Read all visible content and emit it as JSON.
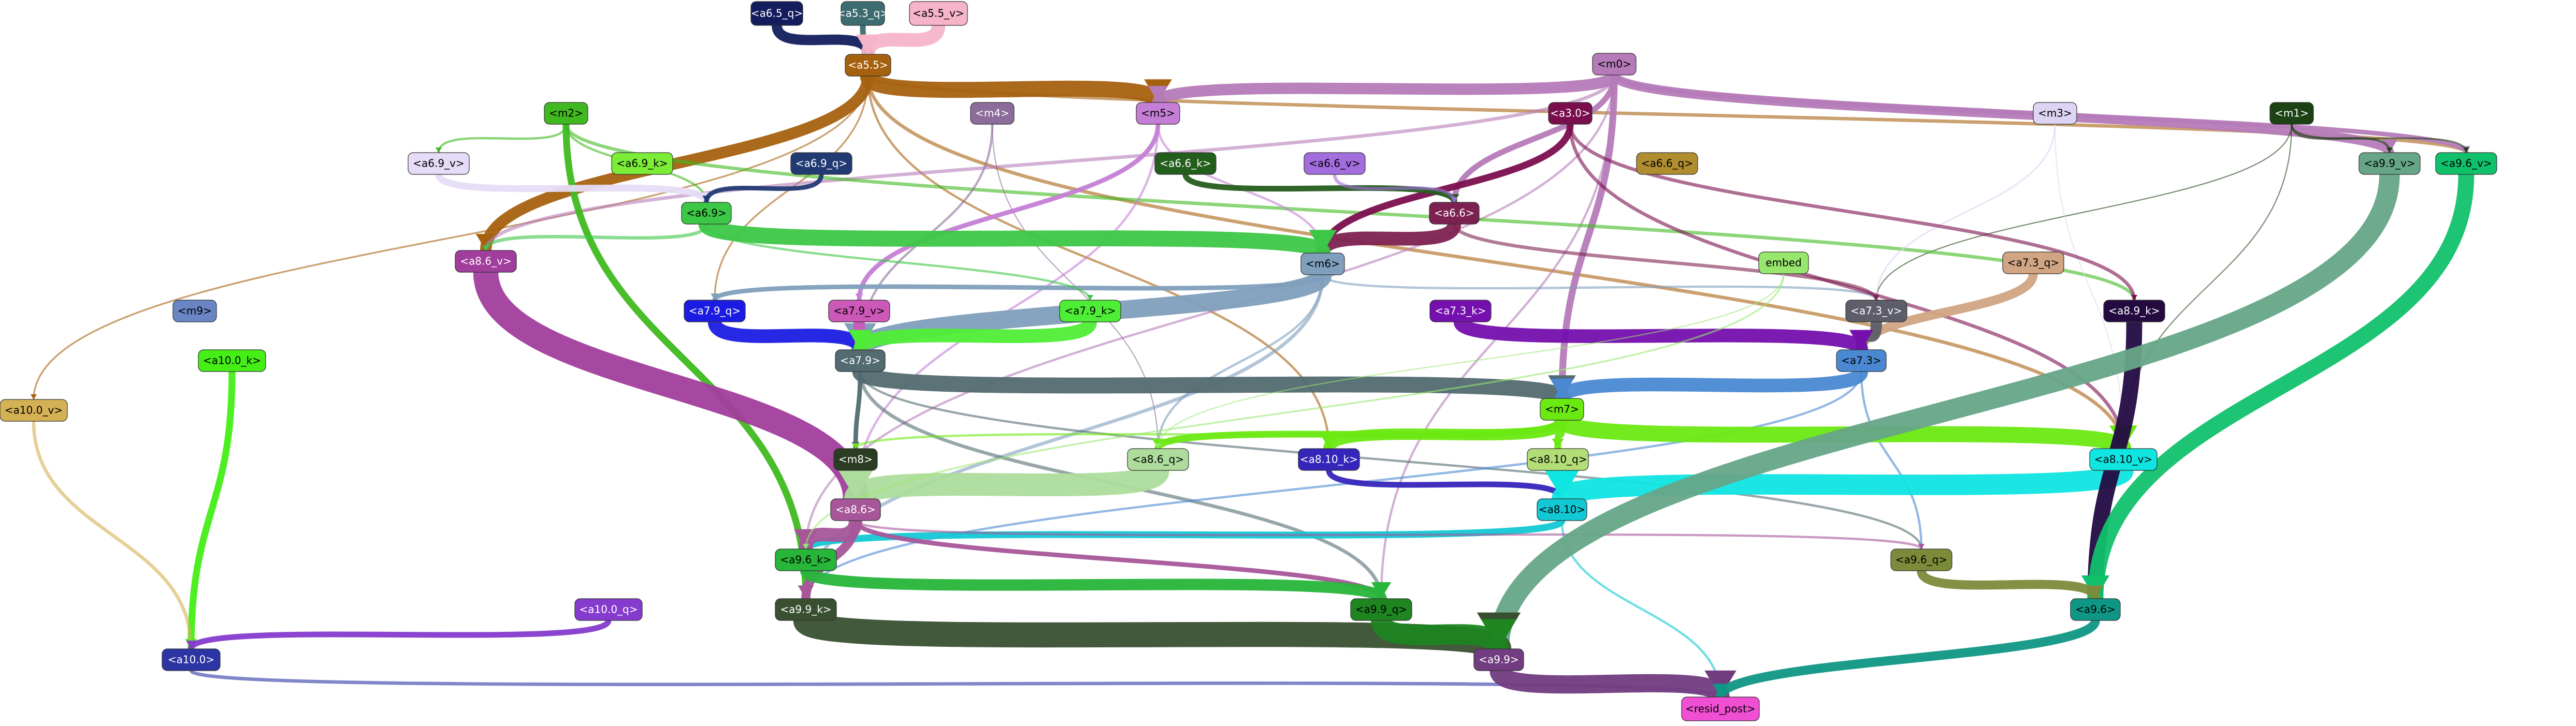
{
  "graph": {
    "nodes": [
      {
        "id": "a6_5_q",
        "label": "<a6.5_q>",
        "fill": "#131d5e",
        "text": "#ffffff"
      },
      {
        "id": "a5_3_q",
        "label": "<a5.3_q>",
        "fill": "#3c6c70",
        "text": "#ffffff"
      },
      {
        "id": "a5_5_v",
        "label": "<a5.5_v>",
        "fill": "#f6b4c9",
        "text": "#000000"
      },
      {
        "id": "a5_5",
        "label": "<a5.5>",
        "fill": "#a6610f",
        "text": "#ffffff"
      },
      {
        "id": "m0",
        "label": "<m0>",
        "fill": "#b57bb8",
        "text": "#000000"
      },
      {
        "id": "m1",
        "label": "<m1>",
        "fill": "#1c4112",
        "text": "#ffffff"
      },
      {
        "id": "m2",
        "label": "<m2>",
        "fill": "#40b920",
        "text": "#000000"
      },
      {
        "id": "m3",
        "label": "<m3>",
        "fill": "#ddd4f4",
        "text": "#000000"
      },
      {
        "id": "m4",
        "label": "<m4>",
        "fill": "#8c6c9a",
        "text": "#ffffff"
      },
      {
        "id": "m5",
        "label": "<m5>",
        "fill": "#c57ed5",
        "text": "#000000"
      },
      {
        "id": "m6",
        "label": "<m6>",
        "fill": "#7f9fbc",
        "text": "#000000"
      },
      {
        "id": "m7",
        "label": "<m7>",
        "fill": "#6be912",
        "text": "#000000"
      },
      {
        "id": "m8",
        "label": "<m8>",
        "fill": "#2a3c22",
        "text": "#ffffff"
      },
      {
        "id": "m9",
        "label": "<m9>",
        "fill": "#6985c4",
        "text": "#000000"
      },
      {
        "id": "a3_0",
        "label": "<a3.0>",
        "fill": "#7a0e4d",
        "text": "#ffffff"
      },
      {
        "id": "a6_9_v",
        "label": "<a6.9_v>",
        "fill": "#e6dcf7",
        "text": "#000000"
      },
      {
        "id": "a6_9_k",
        "label": "<a6.9_k>",
        "fill": "#7bed37",
        "text": "#000000"
      },
      {
        "id": "a6_9_q",
        "label": "<a6.9_q>",
        "fill": "#223a73",
        "text": "#ffffff"
      },
      {
        "id": "a6_6_k",
        "label": "<a6.6_k>",
        "fill": "#245e1c",
        "text": "#ffffff"
      },
      {
        "id": "a6_6_v",
        "label": "<a6.6_v>",
        "fill": "#a46dde",
        "text": "#000000"
      },
      {
        "id": "a6_6_q",
        "label": "<a6.6_q>",
        "fill": "#b08d2f",
        "text": "#000000"
      },
      {
        "id": "a6_6",
        "label": "<a6.6>",
        "fill": "#7d2250",
        "text": "#ffffff"
      },
      {
        "id": "a6_9",
        "label": "<a6.9>",
        "fill": "#3cc746",
        "text": "#000000"
      },
      {
        "id": "a8_6_v",
        "label": "<a8.6_v>",
        "fill": "#a13d9c",
        "text": "#ffffff"
      },
      {
        "id": "a7_9_q",
        "label": "<a7.9_q>",
        "fill": "#1b1ce3",
        "text": "#ffffff"
      },
      {
        "id": "a7_9_v",
        "label": "<a7.9_v>",
        "fill": "#cc59b8",
        "text": "#000000"
      },
      {
        "id": "a7_9_k",
        "label": "<a7.9_k>",
        "fill": "#4fee36",
        "text": "#000000"
      },
      {
        "id": "a7_9",
        "label": "<a7.9>",
        "fill": "#526a70",
        "text": "#ffffff"
      },
      {
        "id": "a10_0_k",
        "label": "<a10.0_k>",
        "fill": "#44ee16",
        "text": "#000000"
      },
      {
        "id": "a10_0_v",
        "label": "<a10.0_v>",
        "fill": "#d4b154",
        "text": "#000000"
      },
      {
        "id": "a10_0_q",
        "label": "<a10.0_q>",
        "fill": "#853bcd",
        "text": "#ffffff"
      },
      {
        "id": "a10_0",
        "label": "<a10.0>",
        "fill": "#2c35a4",
        "text": "#ffffff"
      },
      {
        "id": "embed",
        "label": "embed",
        "fill": "#97e76e",
        "text": "#000000"
      },
      {
        "id": "a7_3_q",
        "label": "<a7.3_q>",
        "fill": "#d1a583",
        "text": "#000000"
      },
      {
        "id": "a7_3_v",
        "label": "<a7.3_v>",
        "fill": "#5d5e69",
        "text": "#ffffff"
      },
      {
        "id": "a7_3_k",
        "label": "<a7.3_k>",
        "fill": "#750fae",
        "text": "#ffffff"
      },
      {
        "id": "a7_3",
        "label": "<a7.3>",
        "fill": "#4a89d2",
        "text": "#000000"
      },
      {
        "id": "a8_9_k",
        "label": "<a8.9_k>",
        "fill": "#230b42",
        "text": "#ffffff"
      },
      {
        "id": "a9_9_v",
        "label": "<a9.9_v>",
        "fill": "#66a588",
        "text": "#000000"
      },
      {
        "id": "a9_6_v",
        "label": "<a9.6_v>",
        "fill": "#10c16c",
        "text": "#000000"
      },
      {
        "id": "a8_6_q",
        "label": "<a8.6_q>",
        "fill": "#addc9c",
        "text": "#000000"
      },
      {
        "id": "a8_10_k",
        "label": "<a8.10_k>",
        "fill": "#3625ba",
        "text": "#ffffff"
      },
      {
        "id": "a8_10_q",
        "label": "<a8.10_q>",
        "fill": "#b2dd77",
        "text": "#000000"
      },
      {
        "id": "a8_10",
        "label": "<a8.10>",
        "fill": "#12c8d4",
        "text": "#000000"
      },
      {
        "id": "a8_10_v",
        "label": "<a8.10_v>",
        "fill": "#0fe5e1",
        "text": "#000000"
      },
      {
        "id": "a8_6",
        "label": "<a8.6>",
        "fill": "#a7569a",
        "text": "#ffffff"
      },
      {
        "id": "a9_6_k",
        "label": "<a9.6_k>",
        "fill": "#27b53a",
        "text": "#000000"
      },
      {
        "id": "a9_6_q",
        "label": "<a9.6_q>",
        "fill": "#7c8b3a",
        "text": "#000000"
      },
      {
        "id": "a9_9_k",
        "label": "<a9.9_k>",
        "fill": "#395030",
        "text": "#ffffff"
      },
      {
        "id": "a9_9_q",
        "label": "<a9.9_q>",
        "fill": "#1e8521",
        "text": "#000000"
      },
      {
        "id": "a9_9",
        "label": "<a9.9>",
        "fill": "#713c80",
        "text": "#ffffff"
      },
      {
        "id": "a9_6",
        "label": "<a9.6>",
        "fill": "#0f9785",
        "text": "#000000"
      },
      {
        "id": "resid_post",
        "label": "<resid_post>",
        "fill": "#f04ed3",
        "text": "#000000"
      }
    ],
    "edges": [
      {
        "from": "a6_5_q",
        "to": "a5_5",
        "color": "#131d5e",
        "weight": 9
      },
      {
        "from": "a5_3_q",
        "to": "a5_5",
        "color": "#3c6c70",
        "weight": 5
      },
      {
        "from": "a5_5_v",
        "to": "a5_5",
        "color": "#f6b4c9",
        "weight": 12
      },
      {
        "from": "a5_5",
        "to": "m5",
        "color": "#a6610f",
        "weight": 14
      },
      {
        "from": "a5_5",
        "to": "a8_6_v",
        "color": "#a6610f",
        "weight": 10
      },
      {
        "from": "a5_5",
        "to": "a8_10_v",
        "color": "#a6610f",
        "weight": 3
      },
      {
        "from": "a5_5",
        "to": "a9_6_v",
        "color": "#a6610f",
        "weight": 3
      },
      {
        "from": "a5_5",
        "to": "a8_9",
        "color": "#a6610f",
        "weight": 2
      },
      {
        "from": "a5_5",
        "to": "a10_0_v",
        "color": "#a6610f",
        "weight": 1.5
      },
      {
        "from": "a5_5",
        "to": "a7_9_q",
        "color": "#a6610f",
        "weight": 1.5
      },
      {
        "from": "a5_5",
        "to": "a8_10_k",
        "color": "#a6610f",
        "weight": 2
      },
      {
        "from": "m0",
        "to": "m5",
        "color": "#b57bb8",
        "weight": 10
      },
      {
        "from": "m0",
        "to": "a9_9_v",
        "color": "#b57bb8",
        "weight": 8
      },
      {
        "from": "m0",
        "to": "a9_6_v",
        "color": "#b57bb8",
        "weight": 4
      },
      {
        "from": "m0",
        "to": "m7",
        "color": "#b57bb8",
        "weight": 6
      },
      {
        "from": "m0",
        "to": "a6_6",
        "color": "#b57bb8",
        "weight": 5
      },
      {
        "from": "m0",
        "to": "a8_6_v",
        "color": "#b57bb8",
        "weight": 3
      },
      {
        "from": "m0",
        "to": "a9_6_k",
        "color": "#b57bb8",
        "weight": 2
      },
      {
        "from": "m0",
        "to": "a9_9_q",
        "color": "#b57bb8",
        "weight": 2
      },
      {
        "from": "m1",
        "to": "a9_9_v",
        "color": "#1c4112",
        "weight": 2
      },
      {
        "from": "m1",
        "to": "a9_6_v",
        "color": "#1c4112",
        "weight": 1.5
      },
      {
        "from": "m1",
        "to": "a7_3_v",
        "color": "#1c4112",
        "weight": 1
      },
      {
        "from": "m1",
        "to": "a8_10_v",
        "color": "#1c4112",
        "weight": 1
      },
      {
        "from": "m2",
        "to": "a9_9_k",
        "color": "#40b920",
        "weight": 6
      },
      {
        "from": "m2",
        "to": "a8_9",
        "color": "#40b920",
        "weight": 5
      },
      {
        "from": "m2",
        "to": "a8_9_k",
        "color": "#40b920",
        "weight": 3
      },
      {
        "from": "m2",
        "to": "a6_9",
        "color": "#40b920",
        "weight": 2
      },
      {
        "from": "m2",
        "to": "a6_9_v",
        "color": "#40b920",
        "weight": 2
      },
      {
        "from": "m3",
        "to": "a7_3_v",
        "color": "#ddd4f4",
        "weight": 1.5
      },
      {
        "from": "m3",
        "to": "a8_10_v",
        "color": "#ddd4f4",
        "weight": 1
      },
      {
        "from": "m4",
        "to": "a7_9",
        "color": "#8c6c9a",
        "weight": 2
      },
      {
        "from": "m4",
        "to": "a8_6_q",
        "color": "#8c6c9a",
        "weight": 1
      },
      {
        "from": "m5",
        "to": "a7_9_v",
        "color": "#c57ed5",
        "weight": 4
      },
      {
        "from": "m5",
        "to": "a8_6",
        "color": "#c57ed5",
        "weight": 2
      },
      {
        "from": "m5",
        "to": "m6",
        "color": "#c57ed5",
        "weight": 2
      },
      {
        "from": "m6",
        "to": "a7_9",
        "color": "#7f9fbc",
        "weight": 16
      },
      {
        "from": "m6",
        "to": "a7_9_q",
        "color": "#7f9fbc",
        "weight": 4
      },
      {
        "from": "m6",
        "to": "a9_9_k",
        "color": "#7f9fbc",
        "weight": 3
      },
      {
        "from": "m6",
        "to": "a8_6_q",
        "color": "#7f9fbc",
        "weight": 2
      },
      {
        "from": "m6",
        "to": "a7_3_v",
        "color": "#7f9fbc",
        "weight": 2
      },
      {
        "from": "a3_0",
        "to": "a8_9_k",
        "color": "#7a0e4d",
        "weight": 3
      },
      {
        "from": "a3_0",
        "to": "a8_10_v",
        "color": "#7a0e4d",
        "weight": 3
      },
      {
        "from": "a3_0",
        "to": "m6",
        "color": "#7a0e4d",
        "weight": 6
      },
      {
        "from": "a6_9_v",
        "to": "a6_9",
        "color": "#e6dcf7",
        "weight": 6
      },
      {
        "from": "a6_9_q",
        "to": "a6_9",
        "color": "#223a73",
        "weight": 4
      },
      {
        "from": "a6_6_k",
        "to": "a6_6",
        "color": "#245e1c",
        "weight": 5
      },
      {
        "from": "a6_6_v",
        "to": "a6_6",
        "color": "#a46dde",
        "weight": 3
      },
      {
        "from": "a6_6",
        "to": "m6",
        "color": "#7d2250",
        "weight": 12
      },
      {
        "from": "a6_6",
        "to": "a7_3_v",
        "color": "#7d2250",
        "weight": 3
      },
      {
        "from": "a6_9",
        "to": "m6",
        "color": "#3cc746",
        "weight": 14
      },
      {
        "from": "a6_9",
        "to": "a8_6_v",
        "color": "#3cc746",
        "weight": 3
      },
      {
        "from": "a6_9",
        "to": "a7_9_k",
        "color": "#3cc746",
        "weight": 2
      },
      {
        "from": "a8_6_v",
        "to": "a8_6",
        "color": "#a13d9c",
        "weight": 22
      },
      {
        "from": "a7_9_q",
        "to": "a7_9",
        "color": "#1b1ce3",
        "weight": 12
      },
      {
        "from": "a7_9_v",
        "to": "a7_9",
        "color": "#cc59b8",
        "weight": 10
      },
      {
        "from": "a7_9_k",
        "to": "a7_9",
        "color": "#4fee36",
        "weight": 12
      },
      {
        "from": "a7_9",
        "to": "m7",
        "color": "#526a70",
        "weight": 14
      },
      {
        "from": "a7_9",
        "to": "m8",
        "color": "#526a70",
        "weight": 4
      },
      {
        "from": "a7_9",
        "to": "a9_9_q",
        "color": "#526a70",
        "weight": 3
      },
      {
        "from": "a7_9",
        "to": "a9_6_q",
        "color": "#526a70",
        "weight": 2
      },
      {
        "from": "a10_0_k",
        "to": "a10_0",
        "color": "#44ee16",
        "weight": 6
      },
      {
        "from": "a10_0_v",
        "to": "a10_0",
        "color": "#d4b154",
        "weight": 3
      },
      {
        "from": "a10_0_q",
        "to": "a10_0",
        "color": "#853bcd",
        "weight": 5
      },
      {
        "from": "a10_0",
        "to": "resid_post",
        "color": "#2c35a4",
        "weight": 3
      },
      {
        "from": "a7_3_q",
        "to": "a7_3",
        "color": "#d1a583",
        "weight": 8
      },
      {
        "from": "a7_3_v",
        "to": "a7_3",
        "color": "#5d5e69",
        "weight": 10
      },
      {
        "from": "a7_3_k",
        "to": "a7_3",
        "color": "#750fae",
        "weight": 12
      },
      {
        "from": "a7_3",
        "to": "m7",
        "color": "#4a89d2",
        "weight": 12
      },
      {
        "from": "a7_3",
        "to": "a9_6_q",
        "color": "#4a89d2",
        "weight": 2
      },
      {
        "from": "a7_3",
        "to": "a9_9_k",
        "color": "#4a89d2",
        "weight": 2
      },
      {
        "from": "m7",
        "to": "a8_10_v",
        "color": "#6be912",
        "weight": 14
      },
      {
        "from": "m7",
        "to": "a8_10_k",
        "color": "#6be912",
        "weight": 10
      },
      {
        "from": "m7",
        "to": "a8_6_q",
        "color": "#6be912",
        "weight": 6
      },
      {
        "from": "m7",
        "to": "a8_10_q",
        "color": "#6be912",
        "weight": 6
      },
      {
        "from": "m7",
        "to": "m8",
        "color": "#6be912",
        "weight": 2
      },
      {
        "from": "a8_6_q",
        "to": "a8_6",
        "color": "#addc9c",
        "weight": 20
      },
      {
        "from": "a8_10_k",
        "to": "a8_10",
        "color": "#3625ba",
        "weight": 5
      },
      {
        "from": "a8_10_q",
        "to": "a8_10",
        "color": "#b2dd77",
        "weight": 4
      },
      {
        "from": "a8_10_v",
        "to": "a8_10",
        "color": "#0fe5e1",
        "weight": 18
      },
      {
        "from": "a8_10",
        "to": "a9_6_k",
        "color": "#12c8d4",
        "weight": 6
      },
      {
        "from": "a8_10",
        "to": "resid_post",
        "color": "#12c8d4",
        "weight": 2
      },
      {
        "from": "a8_6",
        "to": "a9_6_k",
        "color": "#a7569a",
        "weight": 12
      },
      {
        "from": "a8_6",
        "to": "a9_9_k",
        "color": "#a7569a",
        "weight": 8
      },
      {
        "from": "a8_6",
        "to": "a9_9_q",
        "color": "#a7569a",
        "weight": 4
      },
      {
        "from": "a8_6",
        "to": "a9_6_q",
        "color": "#a7569a",
        "weight": 2
      },
      {
        "from": "a8_9",
        "to": "a9_6_k",
        "color": "#2a3c22",
        "weight": 20
      },
      {
        "from": "a8_9_k",
        "to": "a9_6",
        "color": "#230b42",
        "weight": 14
      },
      {
        "from": "a9_9_v",
        "to": "a9_9",
        "color": "#66a588",
        "weight": 18
      },
      {
        "from": "a9_6_v",
        "to": "a9_6",
        "color": "#10c16c",
        "weight": 14
      },
      {
        "from": "a9_6_k",
        "to": "a9_9_q",
        "color": "#27b53a",
        "weight": 10
      },
      {
        "from": "a9_6_q",
        "to": "a9_6",
        "color": "#7c8b3a",
        "weight": 8
      },
      {
        "from": "a9_9_k",
        "to": "a9_9",
        "color": "#395030",
        "weight": 22
      },
      {
        "from": "a9_9_q",
        "to": "a9_9",
        "color": "#1e8521",
        "weight": 18
      },
      {
        "from": "a9_9",
        "to": "resid_post",
        "color": "#713c80",
        "weight": 16
      },
      {
        "from": "a9_6",
        "to": "resid_post",
        "color": "#0f9785",
        "weight": 8
      },
      {
        "from": "embed",
        "to": "a9_6_k",
        "color": "#97e76e",
        "weight": 1.5
      },
      {
        "from": "embed",
        "to": "a8_6_q",
        "color": "#97e76e",
        "weight": 1
      }
    ]
  }
}
